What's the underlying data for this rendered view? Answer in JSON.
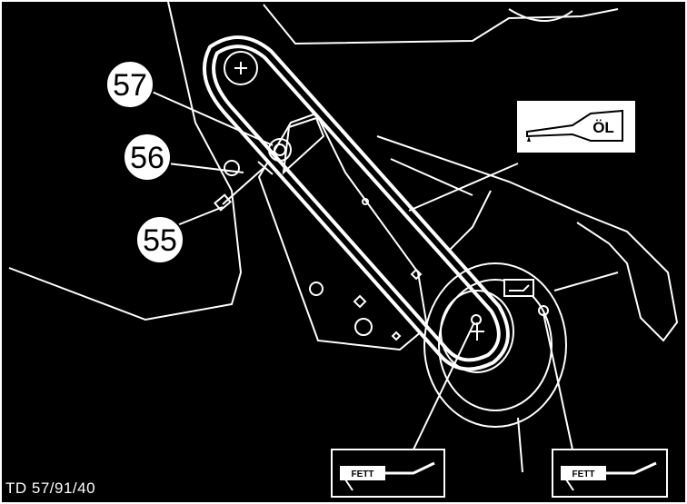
{
  "callouts": {
    "c57": "57",
    "c56": "56",
    "c55": "55"
  },
  "lubrication": {
    "oil_label": "ÖL",
    "grease_label_left": "FETT",
    "grease_label_right": "FETT"
  },
  "figure_code": "TD  57/91/40",
  "colors": {
    "background": "#000000",
    "line_art": "#ffffff"
  }
}
